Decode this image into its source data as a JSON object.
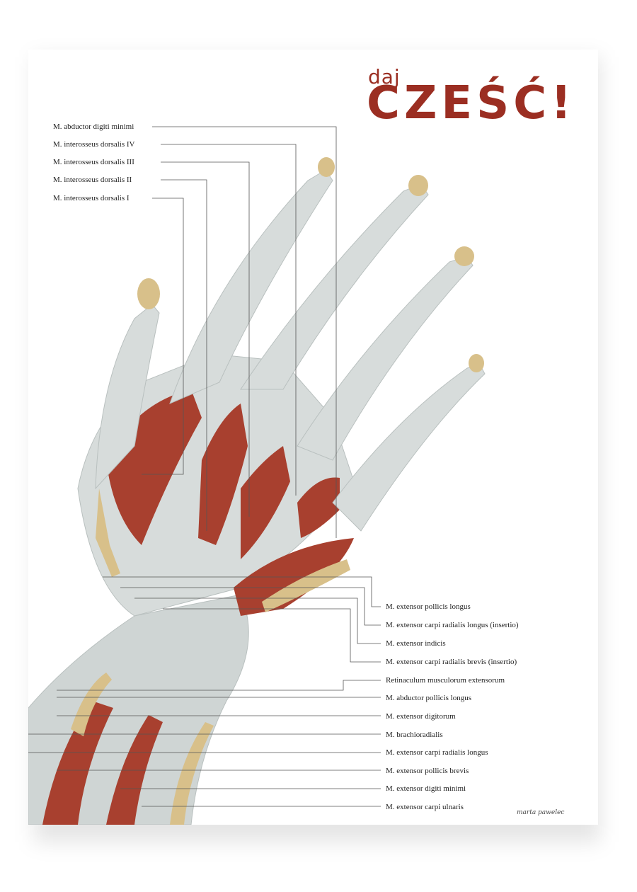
{
  "title": {
    "small": "daj",
    "big": "CZEŚĆ!"
  },
  "labels_top": [
    "M. abductor digiti minimi",
    "M. interosseus dorsalis IV",
    "M. interosseus dorsalis III",
    "M. interosseus dorsalis II",
    "M. interosseus dorsalis I"
  ],
  "labels_bottom": [
    "M. extensor pollicis longus",
    "M. extensor carpi radialis longus (insertio)",
    "M. extensor indicis",
    "M. extensor carpi radialis brevis (insertio)",
    "Retinaculum musculorum extensorum",
    "M. abductor pollicis longus",
    "M. extensor digitorum",
    "M. brachioradialis",
    "M. extensor carpi radialis longus",
    "M. extensor pollicis brevis",
    "M. extensor digiti minimi",
    "M. extensor carpi ulnaris"
  ],
  "signature": "marta pawelec",
  "colors": {
    "title": "#9b2e22",
    "muscle": "#a8402f",
    "tendon": "#d7dcdb",
    "bone": "#d8c08a"
  }
}
